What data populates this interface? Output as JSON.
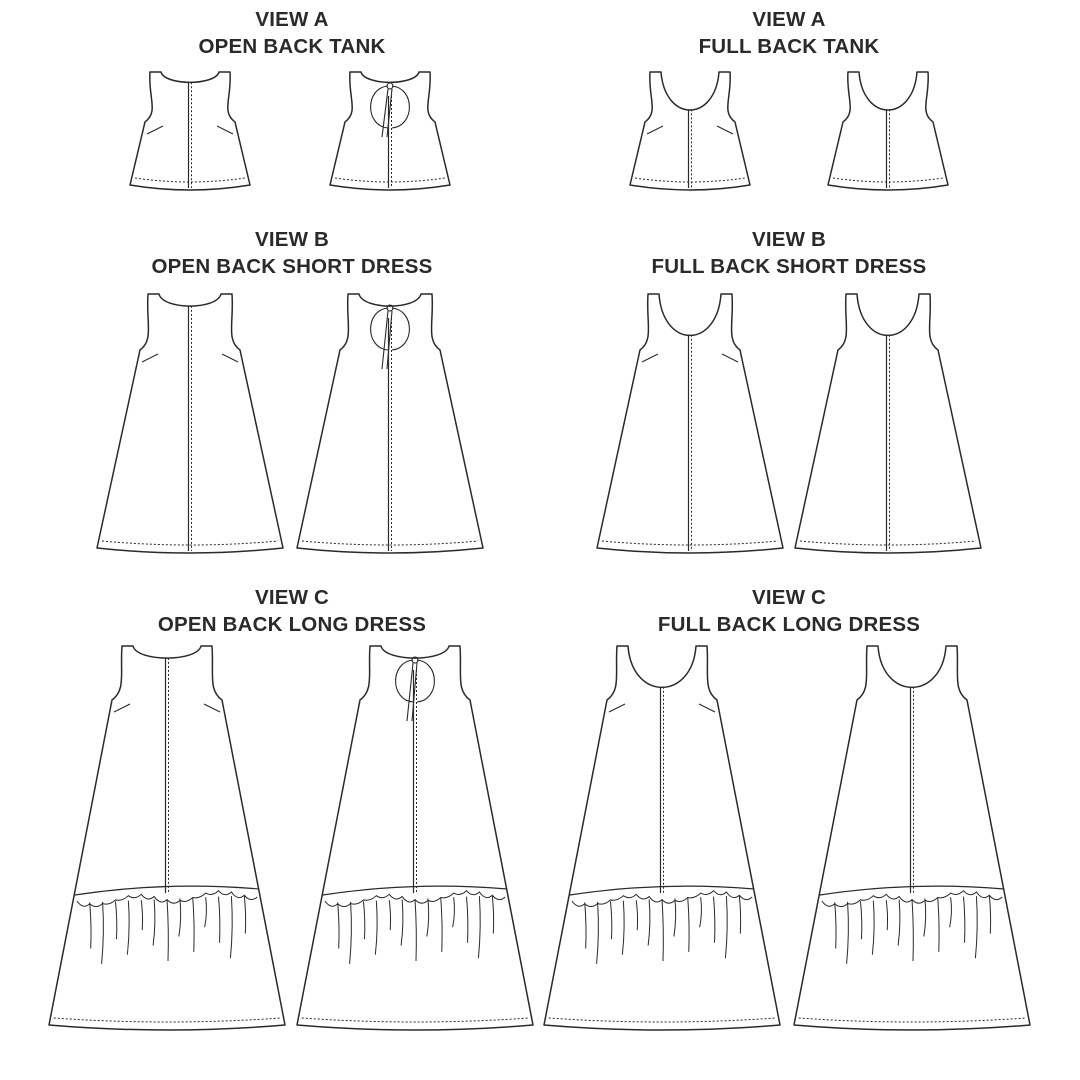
{
  "views": [
    {
      "id": "a-open",
      "line1": "VIEW A",
      "line2": "OPEN BACK TANK"
    },
    {
      "id": "a-full",
      "line1": "VIEW A",
      "line2": "FULL BACK TANK"
    },
    {
      "id": "b-open",
      "line1": "VIEW B",
      "line2": "OPEN BACK SHORT DRESS"
    },
    {
      "id": "b-full",
      "line1": "VIEW B",
      "line2": "FULL BACK SHORT DRESS"
    },
    {
      "id": "c-open",
      "line1": "VIEW C",
      "line2": "OPEN BACK LONG DRESS"
    },
    {
      "id": "c-full",
      "line1": "VIEW C",
      "line2": "FULL BACK LONG DRESS"
    }
  ],
  "garments": [
    {
      "view": "a-open",
      "side": "front",
      "length": "tank",
      "neck": "shallow",
      "back": "none"
    },
    {
      "view": "a-open",
      "side": "back",
      "length": "tank",
      "neck": "shallow",
      "back": "open"
    },
    {
      "view": "a-full",
      "side": "front",
      "length": "tank",
      "neck": "scoop",
      "back": "none"
    },
    {
      "view": "a-full",
      "side": "back",
      "length": "tank",
      "neck": "scoop",
      "back": "full"
    },
    {
      "view": "b-open",
      "side": "front",
      "length": "short",
      "neck": "shallow",
      "back": "none"
    },
    {
      "view": "b-open",
      "side": "back",
      "length": "short",
      "neck": "shallow",
      "back": "open"
    },
    {
      "view": "b-full",
      "side": "front",
      "length": "short",
      "neck": "scoop",
      "back": "none"
    },
    {
      "view": "b-full",
      "side": "back",
      "length": "short",
      "neck": "scoop",
      "back": "full"
    },
    {
      "view": "c-open",
      "side": "front",
      "length": "long",
      "neck": "shallow",
      "back": "none"
    },
    {
      "view": "c-open",
      "side": "back",
      "length": "long",
      "neck": "shallow",
      "back": "open"
    },
    {
      "view": "c-full",
      "side": "front",
      "length": "long",
      "neck": "scoop",
      "back": "none"
    },
    {
      "view": "c-full",
      "side": "back",
      "length": "long",
      "neck": "scoop",
      "back": "full"
    }
  ]
}
